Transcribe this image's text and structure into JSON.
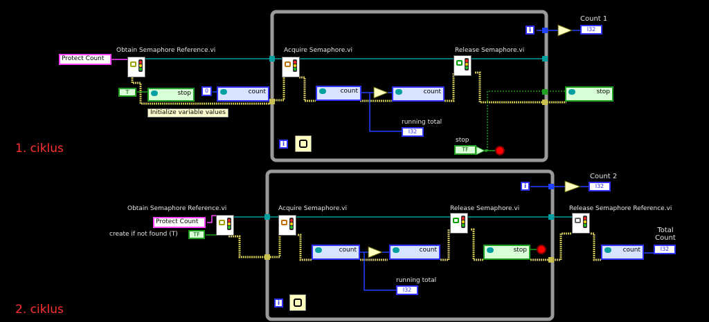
{
  "cycles": [
    "1. ciklus",
    "2. ciklus"
  ],
  "loop1": {
    "control": "Protect Count",
    "obtain": "Obtain Semaphore Reference.vi",
    "acquire": "Acquire Semaphore.vi",
    "release": "Release Semaphore.vi",
    "const_true": "T",
    "const_zero": "0",
    "stop_prop": "stop",
    "count_prop": "count",
    "note": "Initialize variable values",
    "iteration": "i",
    "count_out": "Count 1",
    "running_total": "running total",
    "stop_label": "stop",
    "loop_i": "i"
  },
  "loop2": {
    "control": "Protect Count",
    "obtain": "Obtain Semaphore Reference.vi",
    "create_label": "create if not found (T)",
    "const_true": "TF",
    "acquire": "Acquire Semaphore.vi",
    "release": "Release Semaphore.vi",
    "release_ref": "Release Semaphore Reference.vi",
    "count_prop": "count",
    "stop_prop": "stop",
    "count_out": "Count 2",
    "running_total": "running total",
    "total_count": "Total Count",
    "iteration": "i",
    "loop_i": "i"
  },
  "indicator_text": "I32",
  "bool_text": "TF",
  "colors": {
    "wire_ref": "#00a0a0",
    "wire_err": "#c8c050",
    "wire_num": "#2040ff",
    "wire_bool": "#20a020",
    "loop_border": "#9a9a9a"
  }
}
